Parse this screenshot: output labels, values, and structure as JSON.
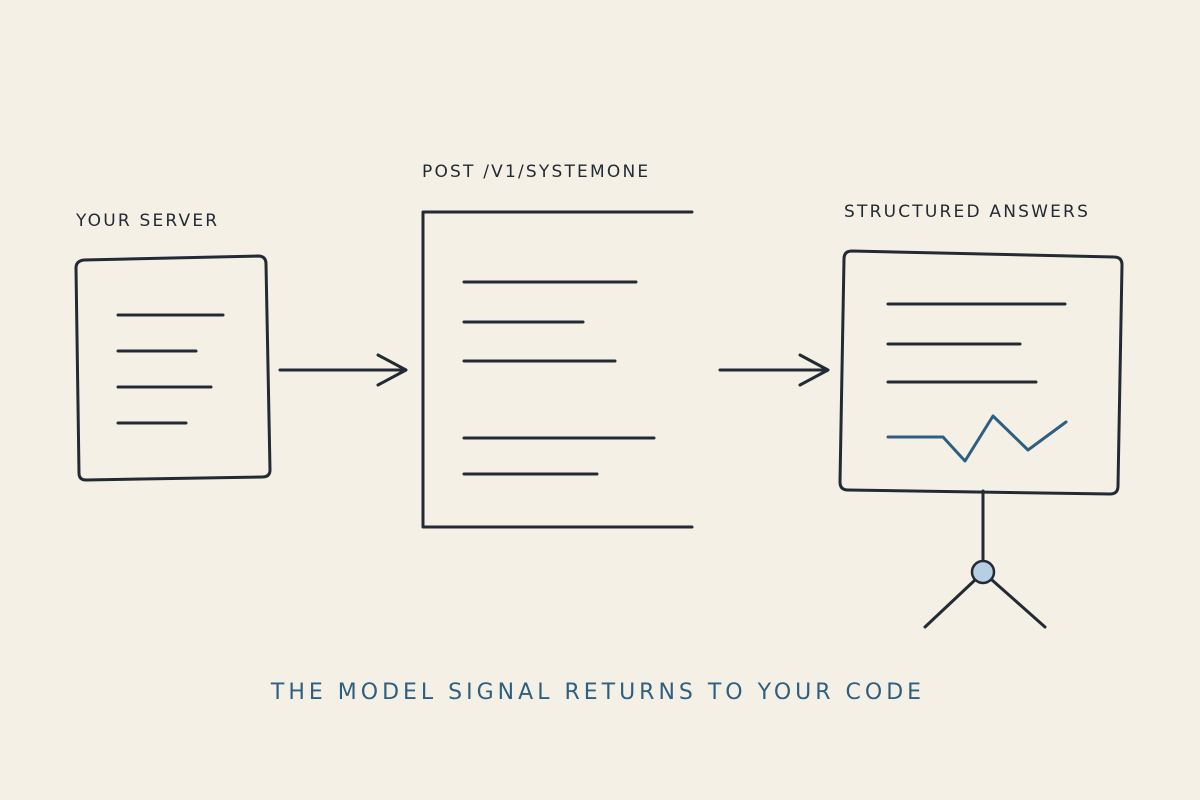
{
  "labels": {
    "your_server": "YOUR SERVER",
    "endpoint": "POST /V1/SYSTEMONE",
    "structured_answers": "STRUCTURED ANSWERS"
  },
  "caption": "THE MODEL SIGNAL RETURNS TO YOUR CODE",
  "colors": {
    "background": "#f5f0e6",
    "ink": "#222a33",
    "accent": "#2e5f80",
    "node_fill": "#b7cfe4"
  }
}
